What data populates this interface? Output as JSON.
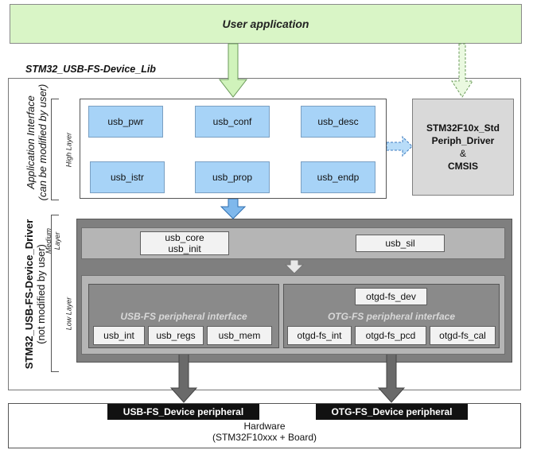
{
  "user_application": "User application",
  "lib_name": "STM32_USB-FS-Device_Lib",
  "application_interface": {
    "line1": "Application Interface",
    "line2": "(can be modified by user)",
    "layer": "High Layer",
    "modules": [
      "usb_pwr",
      "usb_conf",
      "usb_desc",
      "usb_istr",
      "usb_prop",
      "usb_endp"
    ]
  },
  "std_driver": {
    "line1": "STM32F10x_Std",
    "line2": "Periph_Driver",
    "amp": "&",
    "line3": "CMSIS"
  },
  "device_driver": {
    "line1": "STM32_USB-FS-Device_Driver",
    "line2": "(not modified by user)",
    "medium_layer": {
      "line1": "Medium",
      "line2": "Layer"
    },
    "low_layer": "Low Layer",
    "usb_core": {
      "line1": "usb_core",
      "line2": "usb_init"
    },
    "usb_sil": "usb_sil",
    "usbfs_group": {
      "title": "USB-FS peripheral interface",
      "modules": [
        "usb_int",
        "usb_regs",
        "usb_mem"
      ]
    },
    "otgfs_group": {
      "title": "OTG-FS peripheral interface",
      "dev": "otgd-fs_dev",
      "modules": [
        "otgd-fs_int",
        "otgd-fs_pcd",
        "otgd-fs_cal"
      ]
    }
  },
  "hardware": {
    "usbfs_peripheral": "USB-FS_Device peripheral",
    "otgfs_peripheral": "OTG-FS_Device peripheral",
    "line1": "Hardware",
    "line2": "(STM32F10xxx + Board)"
  },
  "colors": {
    "user_app_fill": "#d9f5c6",
    "module_fill": "#a7d3f7",
    "std_fill": "#d9d9d9",
    "driver_fill": "#7f7f7f",
    "layer_fill": "#b5b5b5"
  }
}
